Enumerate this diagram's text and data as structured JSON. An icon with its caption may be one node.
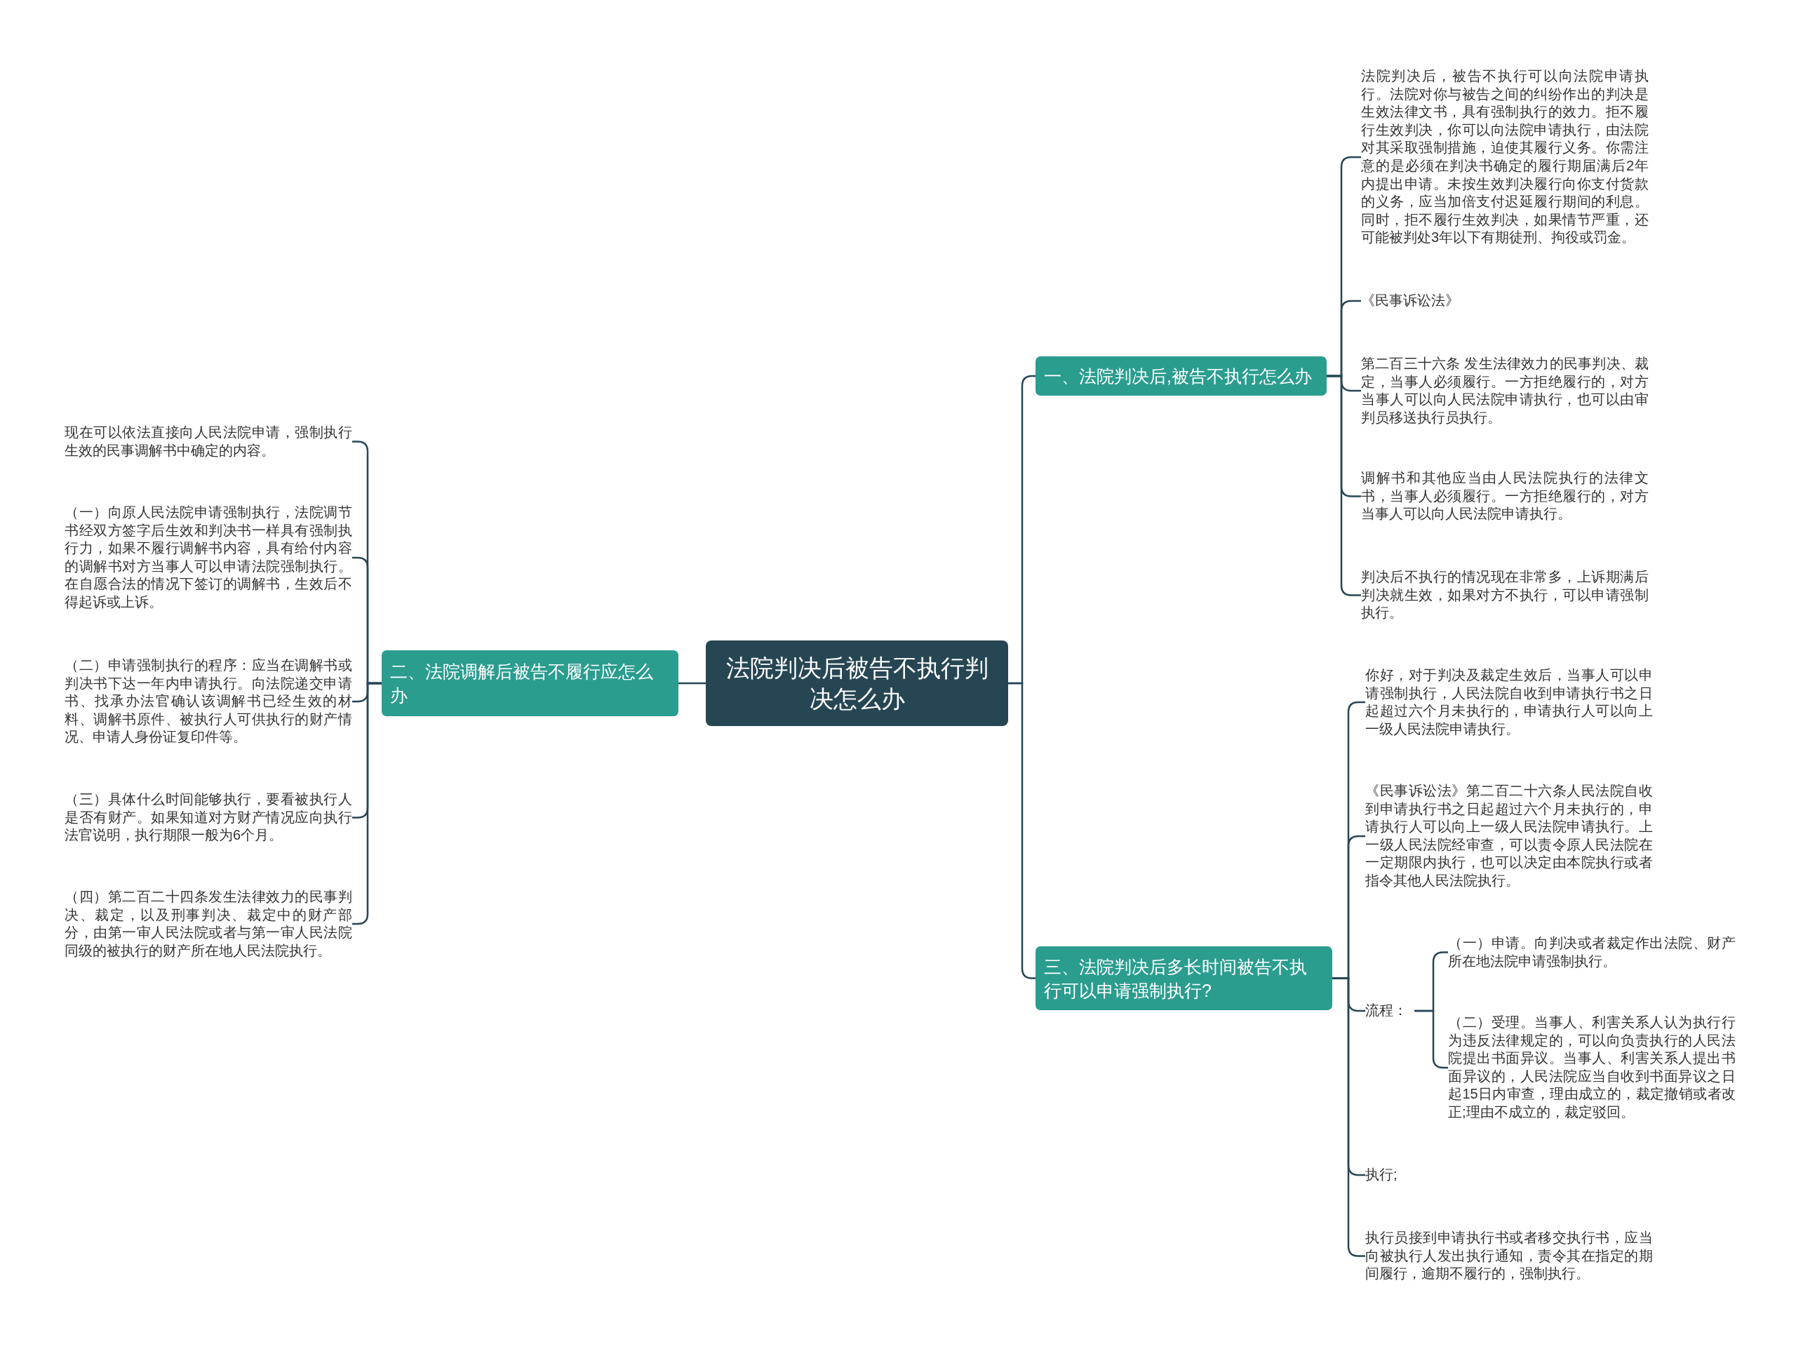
{
  "diagram": {
    "nodes": [
      {
        "text": [
          "法院判决后被告不执行判决怎么办"
        ]
      },
      {
        "text": [
          "一、法院判决后,被告不执行怎么办"
        ]
      },
      {
        "text": [
          "法院判决后，被告不执行可以向法院申请执行。法院对你与被告之间的纠纷作出的判决是生效法律文书，具有强制执行的效力。拒不履行生效判决，你可以向法院申请执行，由法院对其采取强制措施，迫使其履行义务。你需注意的是必须在判决书确定的履行期届满后2年内提出申请。未按生效判决履行向你支付货款的义务，应当加倍支付迟延履行期间的利息。同时，拒不履行生效判决，如果情节严重，还可能被判处3年以下有期徒刑、拘役或罚金。"
        ]
      },
      {
        "text": [
          "《民事诉讼法》"
        ]
      },
      {
        "text": [
          "第二百三十六条 发生法律效力的民事判决、裁定，当事人必须履行。一方拒绝履行的，对方当事人可以向人民法院申请执行，也可以由审判员移送执行员执行。"
        ]
      },
      {
        "text": [
          "调解书和其他应当由人民法院执行的法律文书，当事人必须履行。一方拒绝履行的，对方当事人可以向人民法院申请执行。"
        ]
      },
      {
        "text": [
          "判决后不执行的情况现在非常多，上诉期满后判决就生效，如果对方不执行，可以申请强制执行。"
        ]
      },
      {
        "text": [
          "二、法院调解后被告不履行应怎么办"
        ]
      },
      {
        "text": [
          "现在可以依法直接向人民法院申请，强制执行生效的民事调解书中确定的内容。"
        ]
      },
      {
        "text": [
          "（一）向原人民法院申请强制执行，法院调节书经双方签字后生效和判决书一样具有强制执行力，如果不履行调解书内容，具有给付内容的调解书对方当事人可以申请法院强制执行。在自愿合法的情况下签订的调解书，生效后不得起诉或上诉。"
        ]
      },
      {
        "text": [
          "（二）申请强制执行的程序：应当在调解书或判决书下达一年内申请执行。向法院递交申请书、找承办法官确认该调解书已经生效的材料、调解书原件、被执行人可供执行的财产情况、申请人身份证复印件等。"
        ]
      },
      {
        "text": [
          "（三）具体什么时间能够执行，要看被执行人是否有财产。如果知道对方财产情况应向执行法官说明，执行期限一般为6个月。"
        ]
      },
      {
        "text": [
          "（四）第二百二十四条发生法律效力的民事判决、裁定，以及刑事判决、裁定中的财产部分，由第一审人民法院或者与第一审人民法院同级的被执行的财产所在地人民法院执行。"
        ]
      },
      {
        "text": [
          "三、法院判决后多长时间被告不执行可以申请强制执行?"
        ]
      },
      {
        "text": [
          "你好，对于判决及裁定生效后，当事人可以申请强制执行，人民法院自收到申请执行书之日起超过六个月未执行的，申请执行人可以向上一级人民法院申请执行。"
        ]
      },
      {
        "text": [
          "《民事诉讼法》第二百二十六条人民法院自收到申请执行书之日起超过六个月未执行的，申请执行人可以向上一级人民法院申请执行。上一级人民法院经审查，可以责令原人民法院在一定期限内执行，也可以决定由本院执行或者指令其他人民法院执行。"
        ]
      },
      {
        "text": [
          "流程："
        ]
      },
      {
        "text": [
          "（一）申请。向判决或者裁定作出法院、财产所在地法院申请强制执行。"
        ]
      },
      {
        "text": [
          "（二）受理。当事人、利害关系人认为执行行为违反法律规定的，可以向负责执行的人民法院提出书面异议。当事人、利害关系人提出书面异议的，人民法院应当自收到书面异议之日起15日内审查，理由成立的，裁定撤销或者改正;理由不成立的，裁定驳回。"
        ]
      },
      {
        "text": [
          "执行;"
        ]
      },
      {
        "text": [
          "执行员接到申请执行书或者移交执行书，应当向被执行人发出执行通知，责令其在指定的期间履行，逾期不履行的，强制执行。"
        ]
      }
    ],
    "edges": [
      {
        "from": 0,
        "to": 1,
        "arrow": "none"
      },
      {
        "from": 0,
        "to": 7,
        "arrow": "none"
      },
      {
        "from": 0,
        "to": 13,
        "arrow": "none"
      },
      {
        "from": 1,
        "to": 2,
        "arrow": "none"
      },
      {
        "from": 1,
        "to": 3,
        "arrow": "none"
      },
      {
        "from": 1,
        "to": 4,
        "arrow": "none"
      },
      {
        "from": 1,
        "to": 5,
        "arrow": "none"
      },
      {
        "from": 1,
        "to": 6,
        "arrow": "none"
      },
      {
        "from": 7,
        "to": 8,
        "arrow": "none"
      },
      {
        "from": 7,
        "to": 9,
        "arrow": "none"
      },
      {
        "from": 7,
        "to": 10,
        "arrow": "none"
      },
      {
        "from": 7,
        "to": 11,
        "arrow": "none"
      },
      {
        "from": 7,
        "to": 12,
        "arrow": "none"
      },
      {
        "from": 13,
        "to": 14,
        "arrow": "none"
      },
      {
        "from": 13,
        "to": 15,
        "arrow": "none"
      },
      {
        "from": 13,
        "to": 16,
        "arrow": "none"
      },
      {
        "from": 16,
        "to": 17,
        "arrow": "none"
      },
      {
        "from": 16,
        "to": 18,
        "arrow": "none"
      },
      {
        "from": 13,
        "to": 19,
        "arrow": "none"
      },
      {
        "from": 13,
        "to": 20,
        "arrow": "none"
      }
    ]
  }
}
